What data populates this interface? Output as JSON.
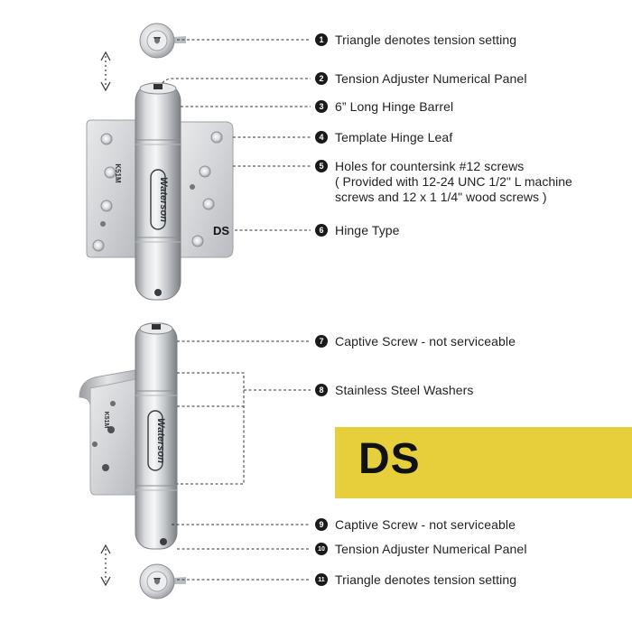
{
  "callouts": [
    {
      "number": "1",
      "label": "Triangle denotes tension setting"
    },
    {
      "number": "2",
      "label": "Tension Adjuster Numerical Panel"
    },
    {
      "number": "3",
      "label": "6” Long Hinge Barrel"
    },
    {
      "number": "4",
      "label": "Template Hinge Leaf"
    },
    {
      "number": "5",
      "label": "Holes for countersink #12 screws",
      "lines": [
        "( Provided with 12-24 UNC 1/2\" L machine",
        "screws and 12 x 1 1/4\" wood screws )"
      ]
    },
    {
      "number": "6",
      "label": "Hinge Type"
    },
    {
      "number": "7",
      "label": "Captive Screw - not serviceable"
    },
    {
      "number": "8",
      "label": "Stainless Steel Washers"
    },
    {
      "number": "9",
      "label": "Captive Screw - not serviceable"
    },
    {
      "number": "10",
      "label": "Tension Adjuster Numerical Panel"
    },
    {
      "number": "11",
      "label": "Triangle denotes tension setting"
    }
  ],
  "hinge_type_mark": "DS",
  "model_mark": "K51M",
  "brand": "Waterson",
  "banner": {
    "text": "DS",
    "color": "#e7cf3c"
  }
}
